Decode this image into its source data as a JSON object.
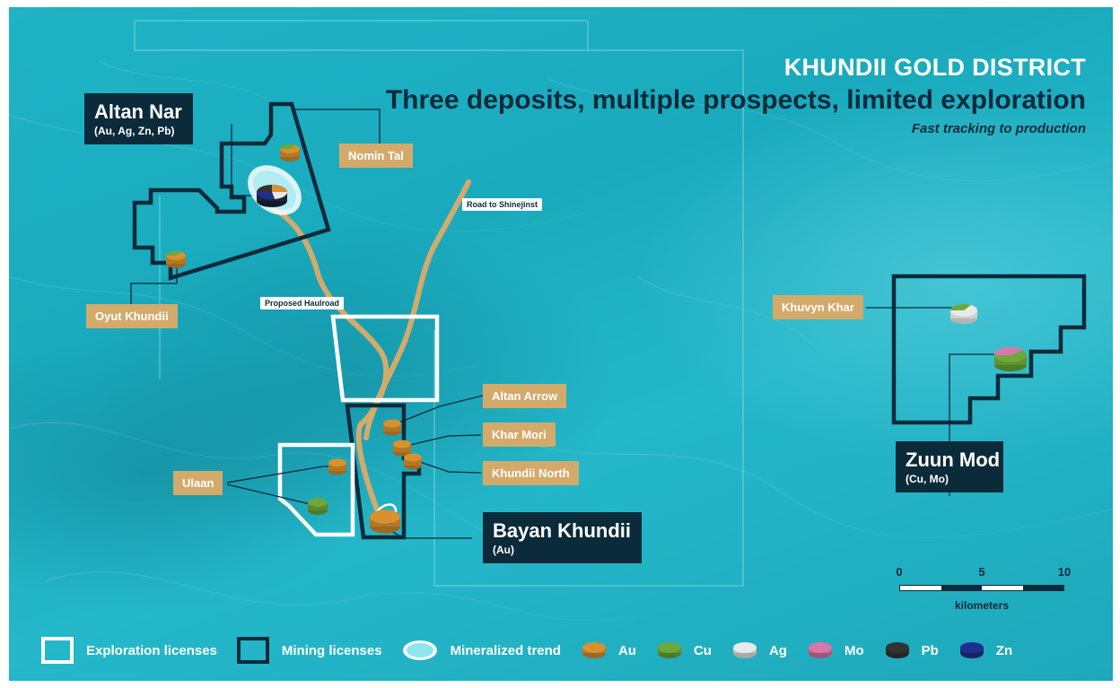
{
  "title": {
    "main": "KHUNDII GOLD DISTRICT",
    "subtitle": "Three deposits, multiple prospects, limited exploration",
    "tagline": "Fast tracking to production"
  },
  "deposits": [
    {
      "name": "Altan Nar",
      "minerals": "(Au, Ag, Zn, Pb)"
    },
    {
      "name": "Bayan Khundii",
      "minerals": "(Au)"
    },
    {
      "name": "Zuun Mod",
      "minerals": "(Cu, Mo)"
    }
  ],
  "prospects": [
    "Nomin Tal",
    "Oyut Khundii",
    "Altan Arrow",
    "Khar Mori",
    "Khundii North",
    "Ulaan",
    "Khuvyn Khar"
  ],
  "roads": {
    "haulroad": "Proposed Haulroad",
    "shinejinst": "Road to Shinejinst"
  },
  "scale": {
    "ticks": [
      "0",
      "5",
      "10"
    ],
    "unit": "kilometers"
  },
  "legend": {
    "exploration": "Exploration licenses",
    "mining": "Mining licenses",
    "trend": "Mineralized trend",
    "minerals": [
      {
        "label": "Au",
        "color": "#d8912f"
      },
      {
        "label": "Cu",
        "color": "#6ea83a"
      },
      {
        "label": "Ag",
        "color": "#e9e9e9"
      },
      {
        "label": "Mo",
        "color": "#d978a8"
      },
      {
        "label": "Pb",
        "color": "#333333"
      },
      {
        "label": "Zn",
        "color": "#1f2f8f"
      }
    ]
  },
  "colors": {
    "mining_outline": "#0b2a3a",
    "exploration_outline": "#ffffff",
    "road": "#d4aa6b",
    "water": "#1fb3c6"
  }
}
